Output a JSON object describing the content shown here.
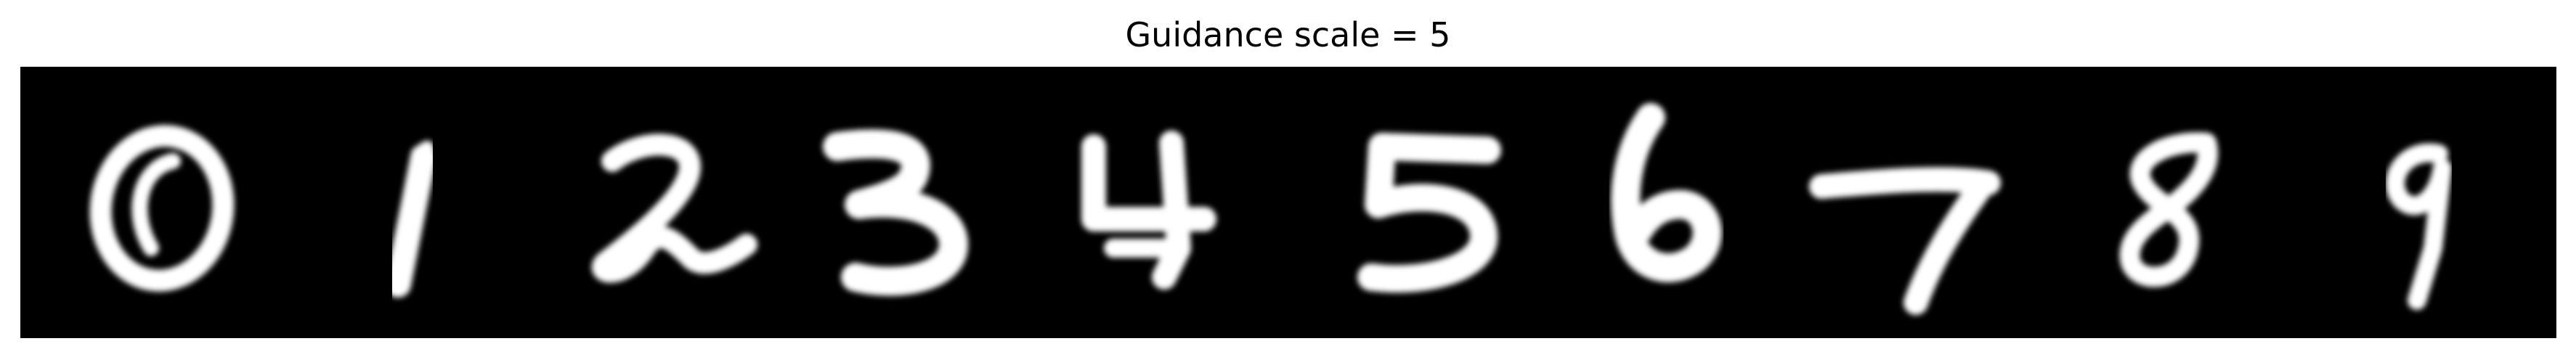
{
  "figure": {
    "title": "Guidance scale = 5"
  },
  "digits": [
    "0",
    "1",
    "2",
    "3",
    "4",
    "5",
    "6",
    "7",
    "8",
    "9"
  ],
  "colors": {
    "background": "#000000",
    "digit": "#ffffff"
  }
}
